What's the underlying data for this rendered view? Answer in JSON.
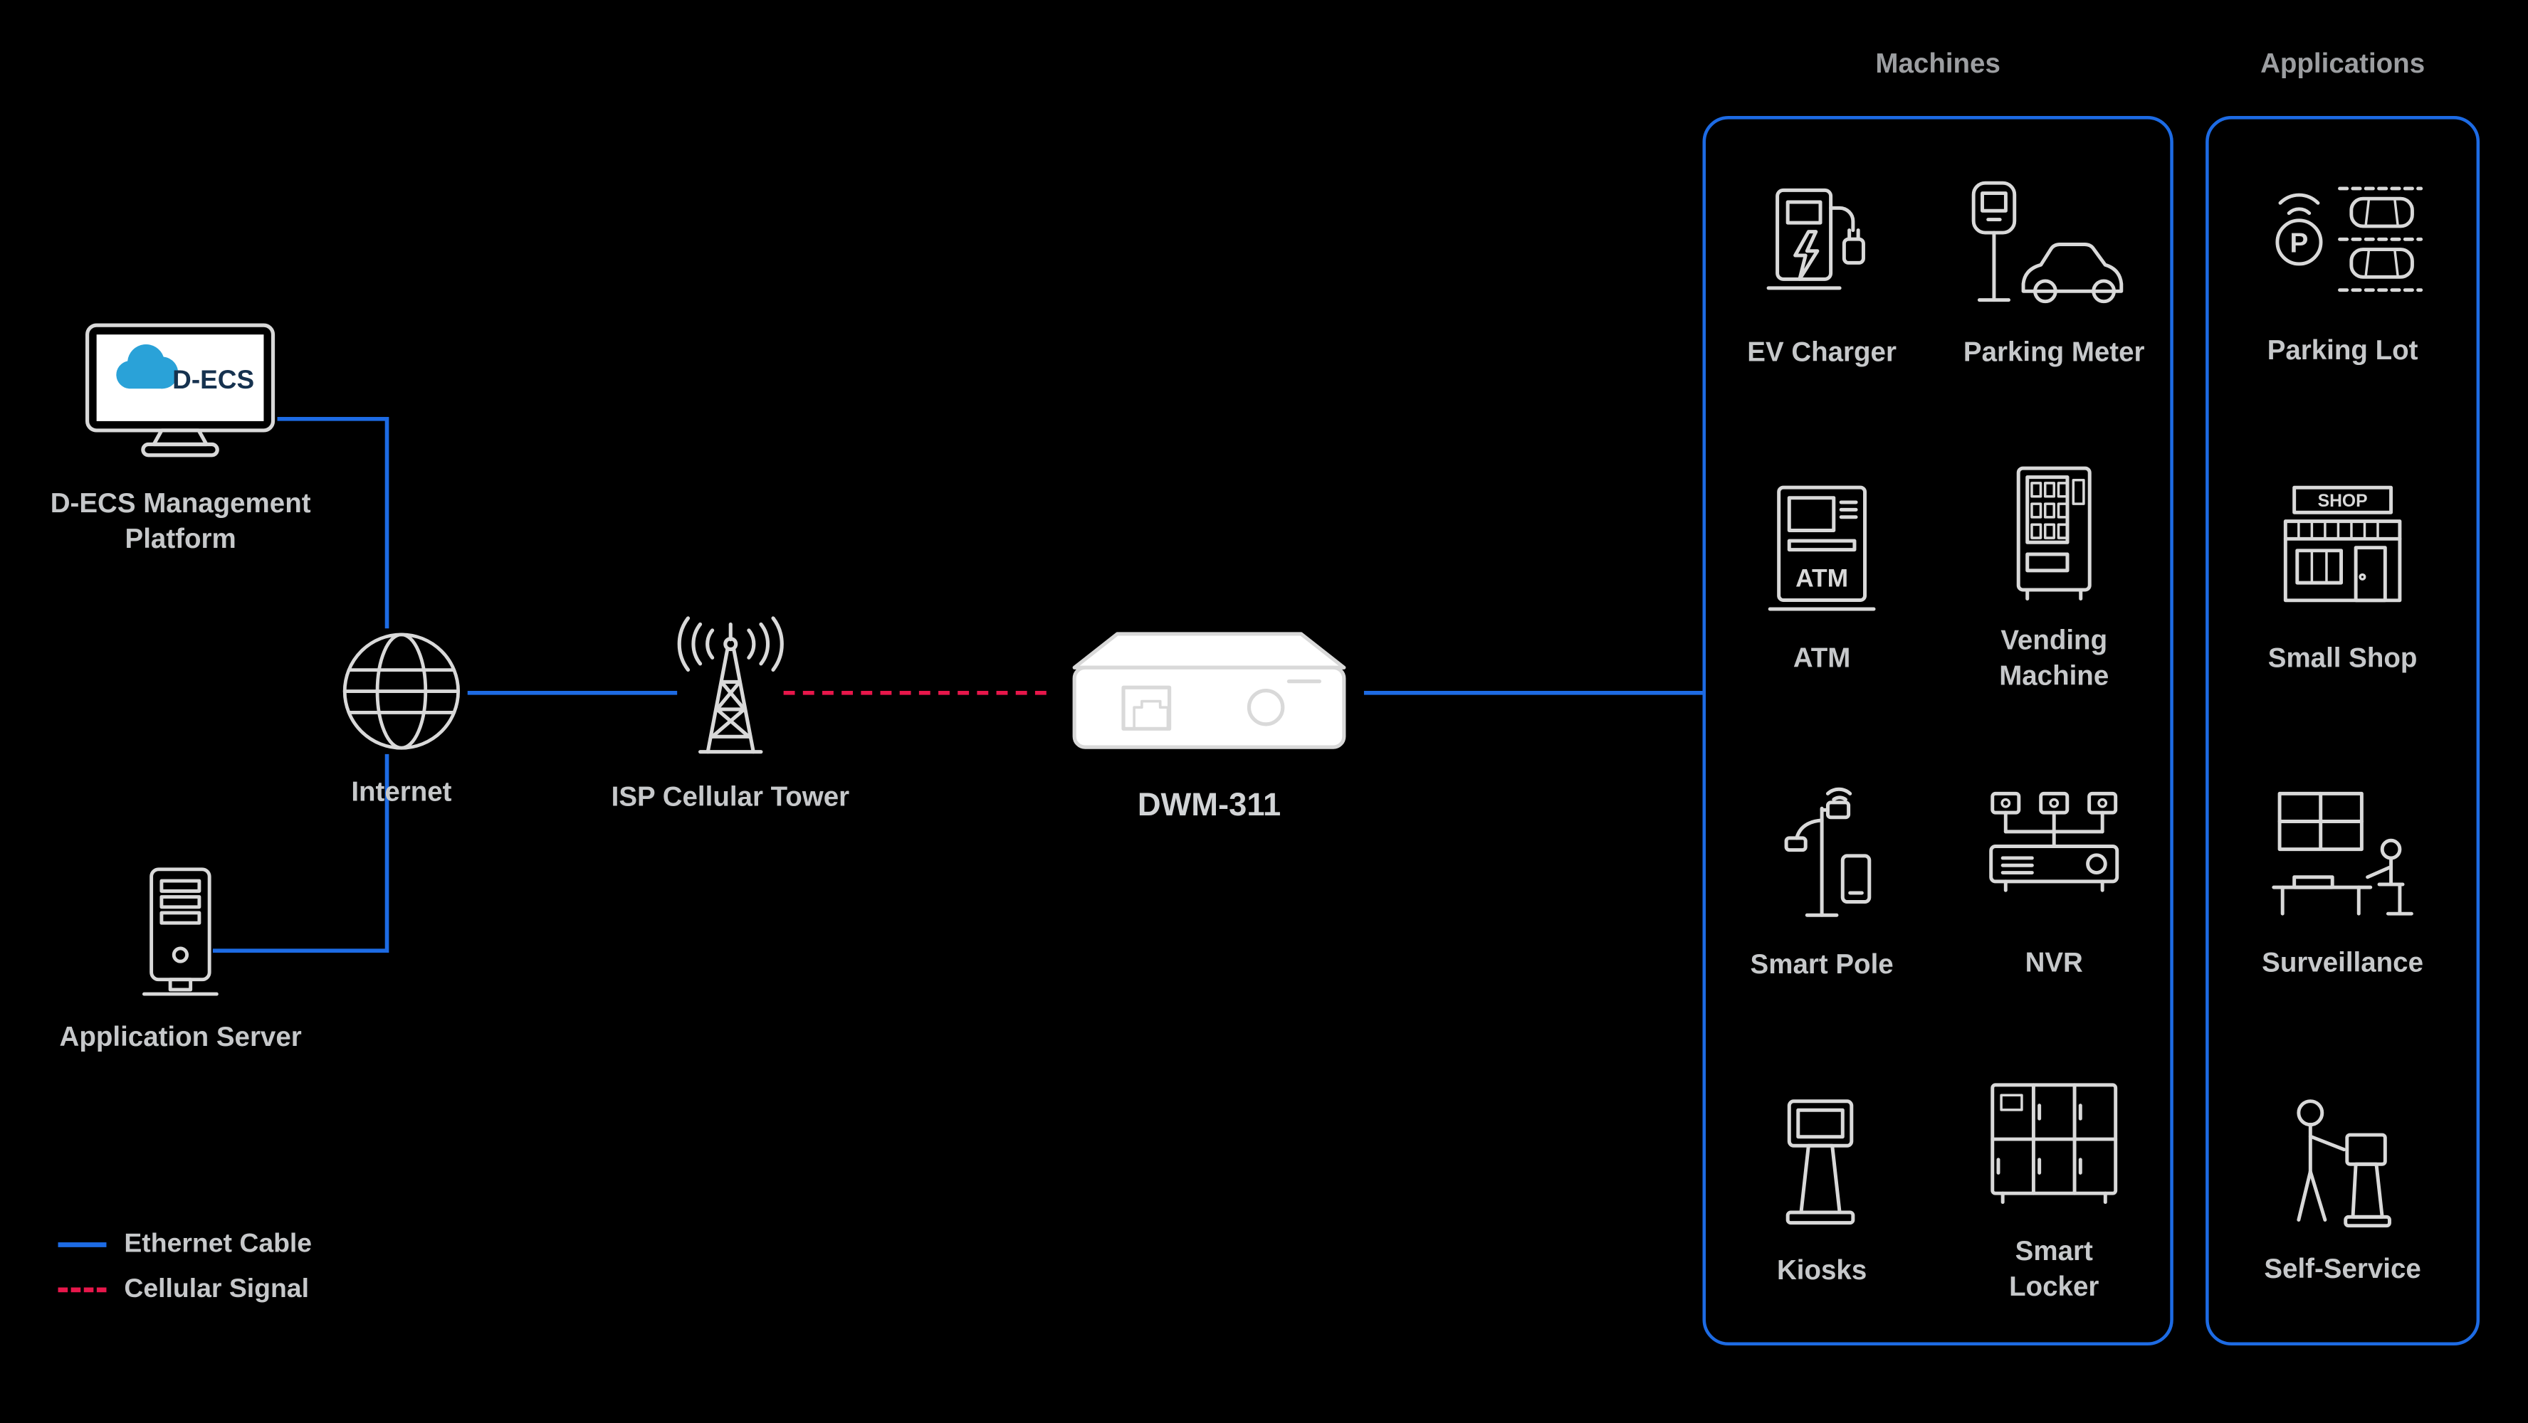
{
  "diagram": {
    "colors": {
      "ethernet": "#1d6be4",
      "cellular": "#e8174b",
      "icon": "#d9d9d9",
      "label": "#c6c8ca",
      "heading": "#9c9ea1",
      "background": "#000000",
      "logo_blue": "#2aa2d8",
      "logo_text": "#16324f"
    },
    "nodes": {
      "management_platform": {
        "label": "D-ECS Management\nPlatform",
        "logo_text": "D-ECS"
      },
      "internet": {
        "label": "Internet"
      },
      "application_server": {
        "label": "Application Server"
      },
      "isp_tower": {
        "label": "ISP Cellular Tower"
      },
      "router": {
        "label": "DWM-311"
      }
    },
    "panels": {
      "machines": {
        "title": "Machines"
      },
      "applications": {
        "title": "Applications"
      }
    },
    "machines": [
      {
        "label": "EV Charger"
      },
      {
        "label": "Parking Meter"
      },
      {
        "label": "ATM"
      },
      {
        "label": "Vending\nMachine"
      },
      {
        "label": "Smart Pole"
      },
      {
        "label": "NVR"
      },
      {
        "label": "Kiosks"
      },
      {
        "label": "Smart\nLocker"
      }
    ],
    "applications": [
      {
        "label": "Parking Lot"
      },
      {
        "label": "Small Shop"
      },
      {
        "label": "Surveillance"
      },
      {
        "label": "Self-Service"
      }
    ],
    "legend": {
      "ethernet": {
        "label": "Ethernet Cable"
      },
      "cellular": {
        "label": "Cellular Signal"
      }
    },
    "icon_texts": {
      "atm": "ATM",
      "shop": "SHOP",
      "parking": "P"
    }
  }
}
